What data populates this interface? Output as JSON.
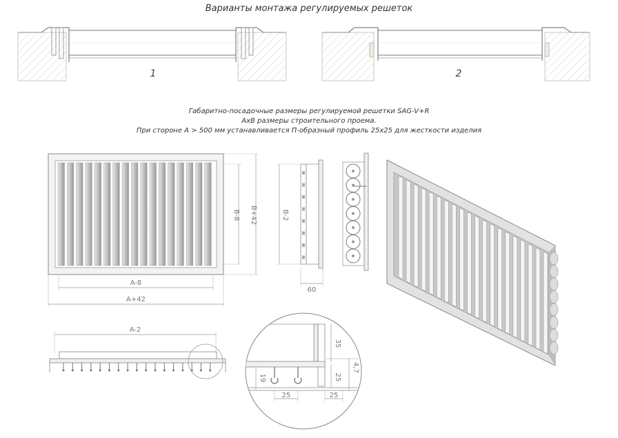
{
  "header": {
    "title": "Варианты монтажа регулируемых решеток"
  },
  "variants": {
    "label_1": "1",
    "label_2": "2"
  },
  "description": {
    "line1": "Габаритно-посадочные размеры регулируемой решетки SAG-V+R",
    "line2": "AxB размеры строительного проема.",
    "line3": "При стороне A > 500 мм устанавливается П-образный профиль 25x25 для жесткости изделия"
  },
  "dimensions": {
    "b_minus_8": "B-8",
    "b_plus_42": "B+42",
    "b_minus_2": "B-2",
    "a_minus_8": "A-8",
    "a_plus_42": "A+42",
    "depth_60": "60",
    "a_minus_2": "A-2",
    "d35": "35",
    "d19": "19",
    "d25_horizontal": "25",
    "d25_vertical": "25",
    "d25_bottom": "25",
    "d4_7": "4,7"
  }
}
